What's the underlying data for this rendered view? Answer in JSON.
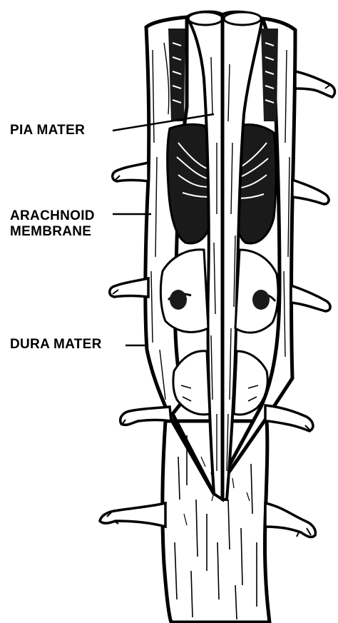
{
  "labels": {
    "pia_mater": "PIA MATER",
    "arachnoid_line1": "ARACHNOID",
    "arachnoid_line2": "MEMBRANE",
    "dura_mater": "DURA MATER"
  },
  "colors": {
    "ink": "#000000",
    "paper": "#ffffff",
    "shade": "#1a1a1a"
  }
}
